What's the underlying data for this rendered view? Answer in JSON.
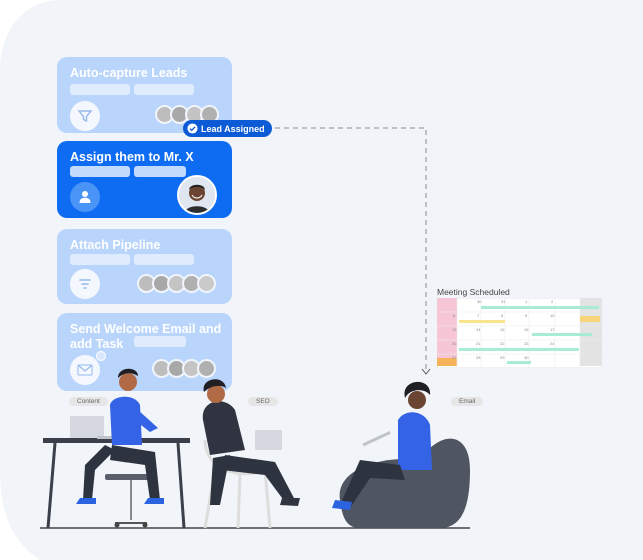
{
  "flow_steps": [
    {
      "title": "Auto-capture Leads",
      "icon": "funnel-icon",
      "active": false
    },
    {
      "title": "Assign them to Mr. X",
      "icon": "user-icon",
      "active": true
    },
    {
      "title": "Attach Pipeline",
      "icon": "pipeline-icon",
      "active": false
    },
    {
      "title": "Send Welcome Email and add Task",
      "icon": "mail-icon",
      "active": false
    }
  ],
  "badge": {
    "label": "Lead Assigned",
    "icon": "check-circle-icon"
  },
  "calendar": {
    "title": "Meeting Scheduled"
  },
  "team_tags": [
    "Content",
    "SEO",
    "Email"
  ],
  "colors": {
    "accent": "#0d6cf2",
    "card_light": "#b9d5fb",
    "badge": "#0d5ad6",
    "background_curve": "#f1f4f8",
    "shirt_blue": "#3463e6",
    "chair_dark": "#4f5561"
  }
}
